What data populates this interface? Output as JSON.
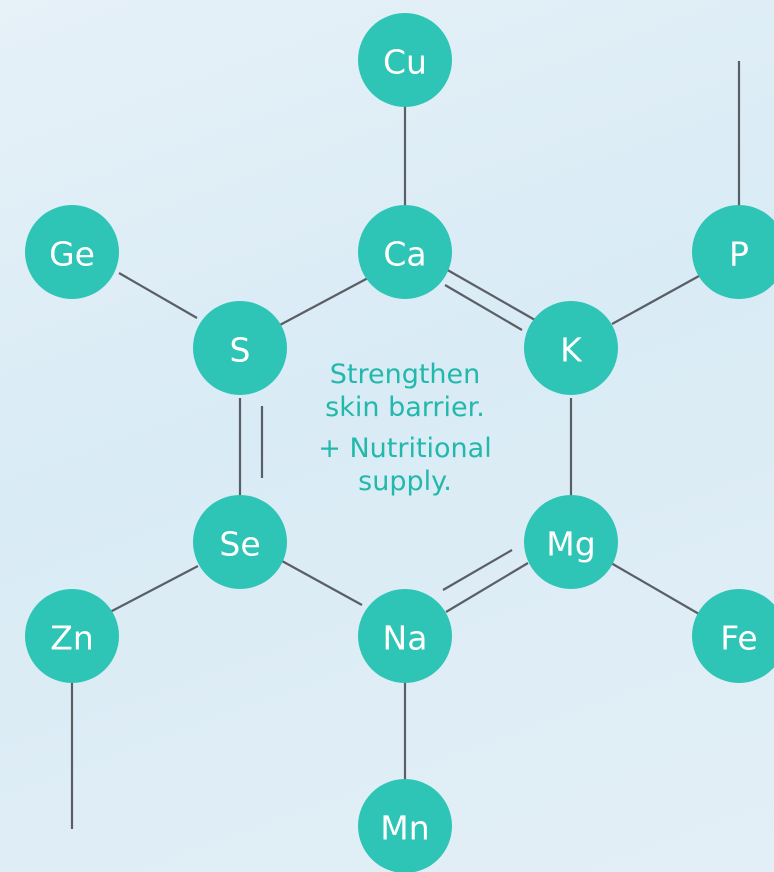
{
  "atoms": [
    {
      "id": "cu",
      "symbol": "Cu"
    },
    {
      "id": "ca",
      "symbol": "Ca"
    },
    {
      "id": "ge",
      "symbol": "Ge"
    },
    {
      "id": "p",
      "symbol": "P"
    },
    {
      "id": "s",
      "symbol": "S"
    },
    {
      "id": "k",
      "symbol": "K"
    },
    {
      "id": "se",
      "symbol": "Se"
    },
    {
      "id": "mg",
      "symbol": "Mg"
    },
    {
      "id": "zn",
      "symbol": "Zn"
    },
    {
      "id": "na",
      "symbol": "Na"
    },
    {
      "id": "fe",
      "symbol": "Fe"
    },
    {
      "id": "mn",
      "symbol": "Mn"
    }
  ],
  "center": {
    "line1": "Strengthen",
    "line2": "skin barrier.",
    "line3": "+ Nutritional",
    "line4": "supply."
  },
  "colors": {
    "atom": "#2ec4b6",
    "bond": "#5a5f66",
    "text": "#22b8ac"
  }
}
